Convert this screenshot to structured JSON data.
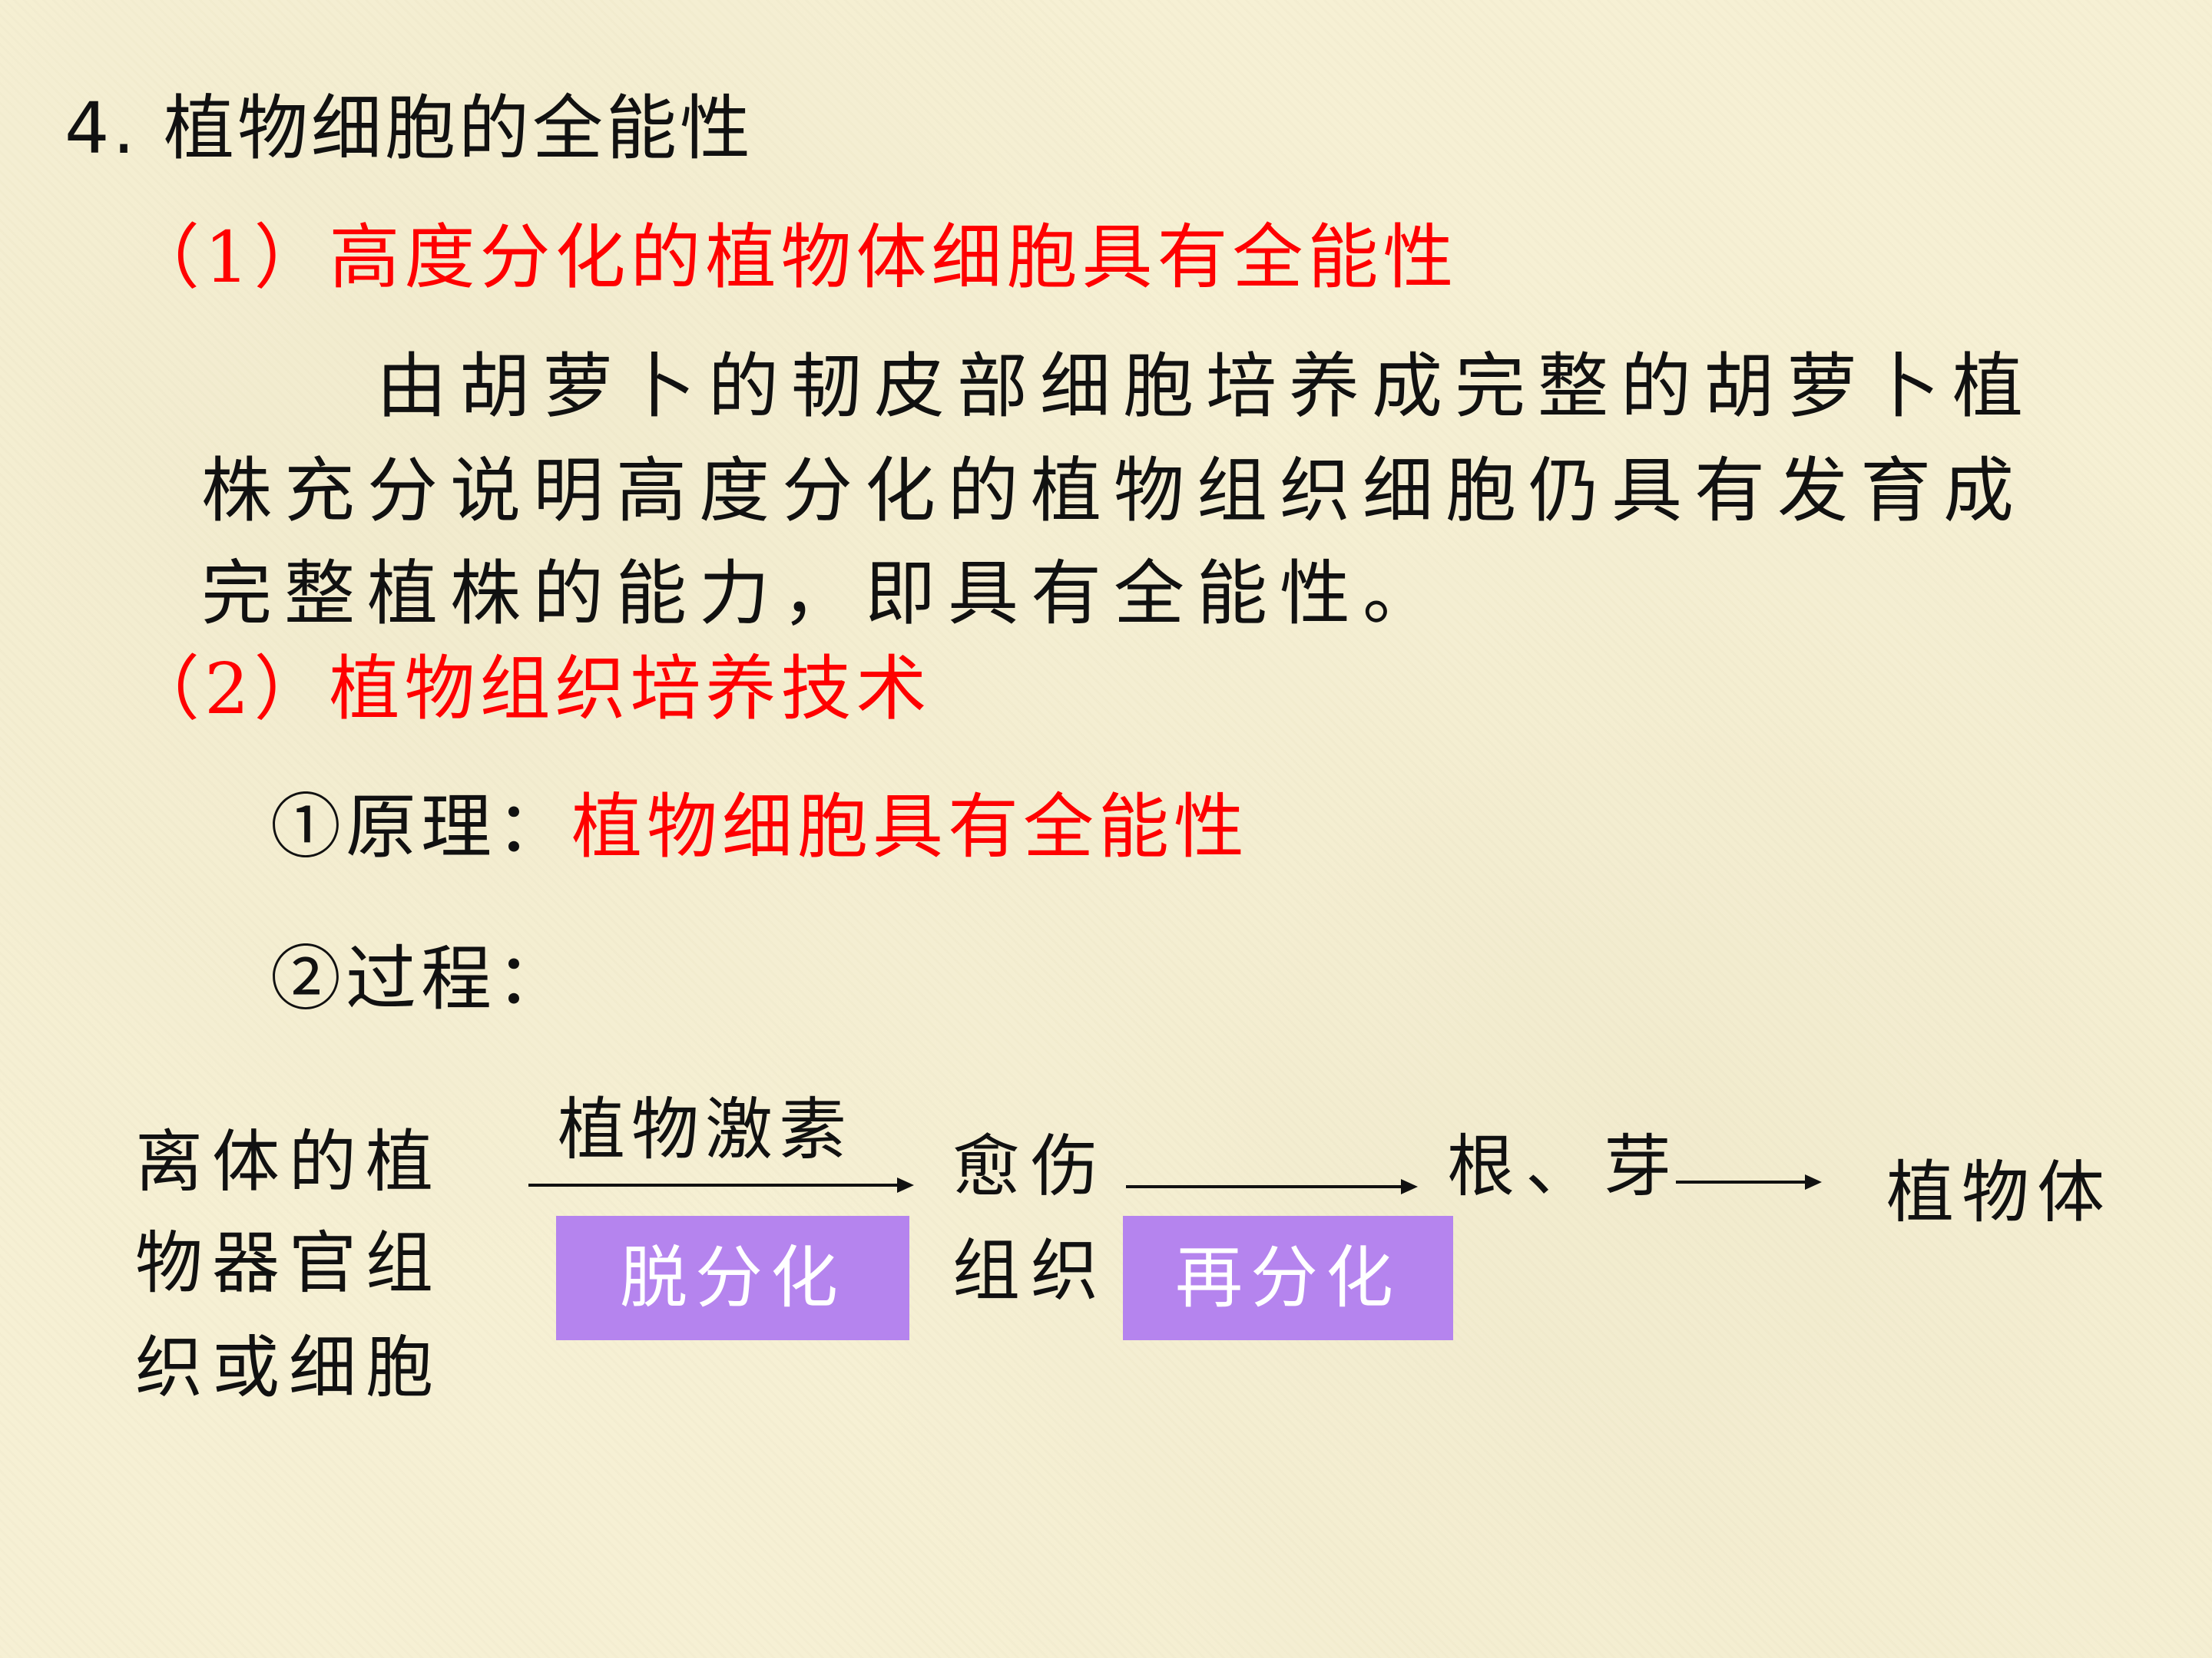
{
  "heading": "4. 植物细胞的全能性",
  "section1": {
    "title": "（1）高度分化的植物体细胞具有全能性",
    "paragraph_lines": [
      "由胡萝卜的韧皮部细胞培养成完整的胡萝卜植",
      "株充分说明高度分化的植物组织细胞仍具有发育成",
      "完整植株的能力，即具有全能性。"
    ]
  },
  "section2": {
    "title": "（2）植物组织培养技术",
    "principle_label": "①原理：",
    "principle_value": "植物细胞具有全能性",
    "process_label": "②过程："
  },
  "process": {
    "source_lines": [
      "离体的植",
      "物器官组",
      "织或细胞"
    ],
    "arrow1_label": "植物激素",
    "step1_box": "脱分化",
    "callus_lines": [
      "愈伤",
      "组织"
    ],
    "step2_box": "再分化",
    "root_bud": "根、芽",
    "final": "植物体"
  },
  "colors": {
    "background": "#f6f0d4",
    "text": "#111111",
    "highlight": "#ff0000",
    "box": "#b584ee"
  }
}
